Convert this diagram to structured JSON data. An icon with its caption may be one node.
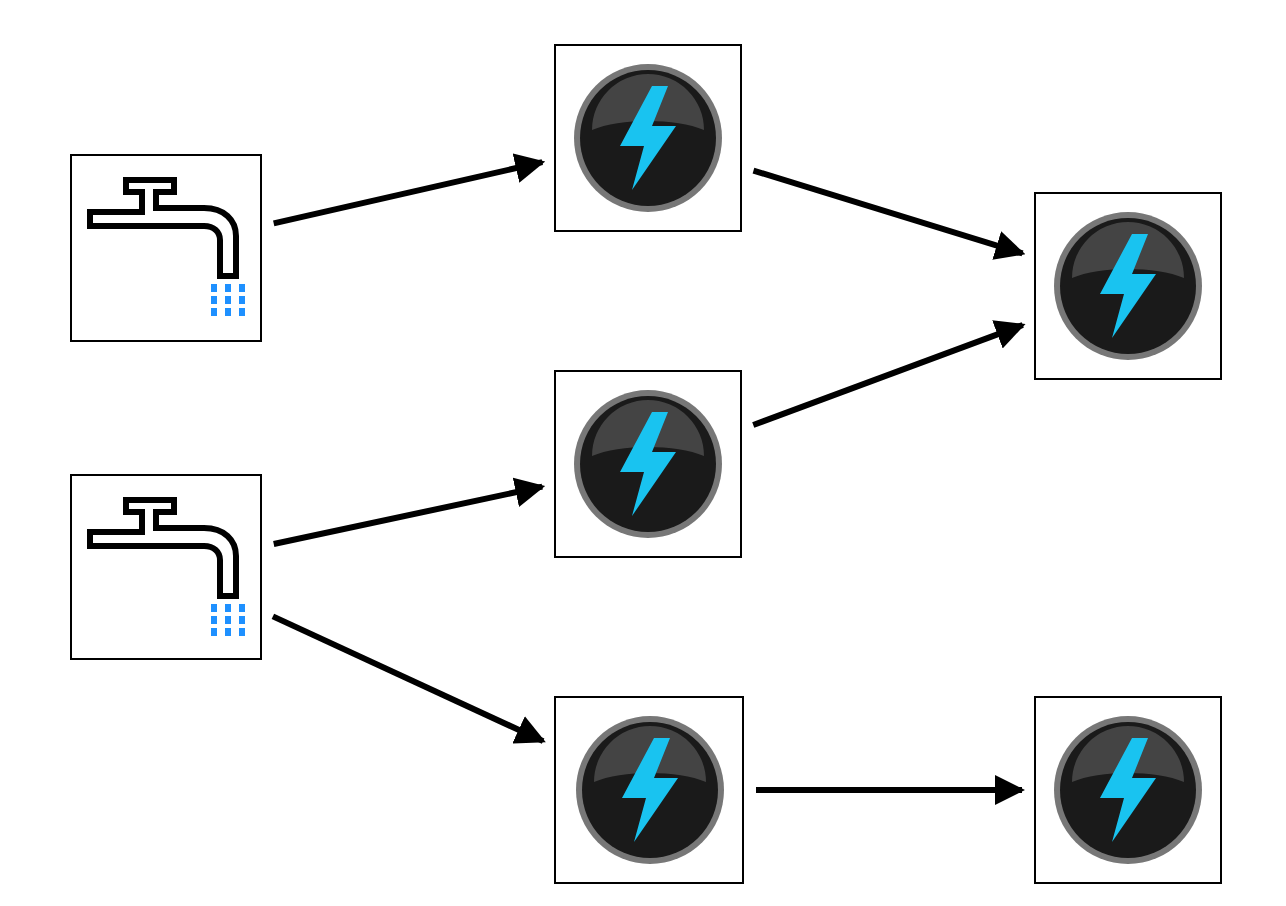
{
  "diagram": {
    "nodes": [
      {
        "text": [],
        "shape": "picture"
      },
      {
        "text": [],
        "shape": "picture"
      },
      {
        "text": [],
        "shape": "picture"
      },
      {
        "text": [],
        "shape": "picture"
      },
      {
        "text": [],
        "shape": "picture"
      },
      {
        "text": [],
        "shape": "picture"
      },
      {
        "text": [],
        "shape": "picture"
      }
    ],
    "edges": [
      {
        "from": 0,
        "to": 2,
        "arrow": "to"
      },
      {
        "from": 1,
        "to": 3,
        "arrow": "to"
      },
      {
        "from": 1,
        "to": 4,
        "arrow": "to"
      },
      {
        "from": 2,
        "to": 5,
        "arrow": "to"
      },
      {
        "from": 3,
        "to": 5,
        "arrow": "to"
      },
      {
        "from": 4,
        "to": 6,
        "arrow": "to"
      }
    ]
  }
}
